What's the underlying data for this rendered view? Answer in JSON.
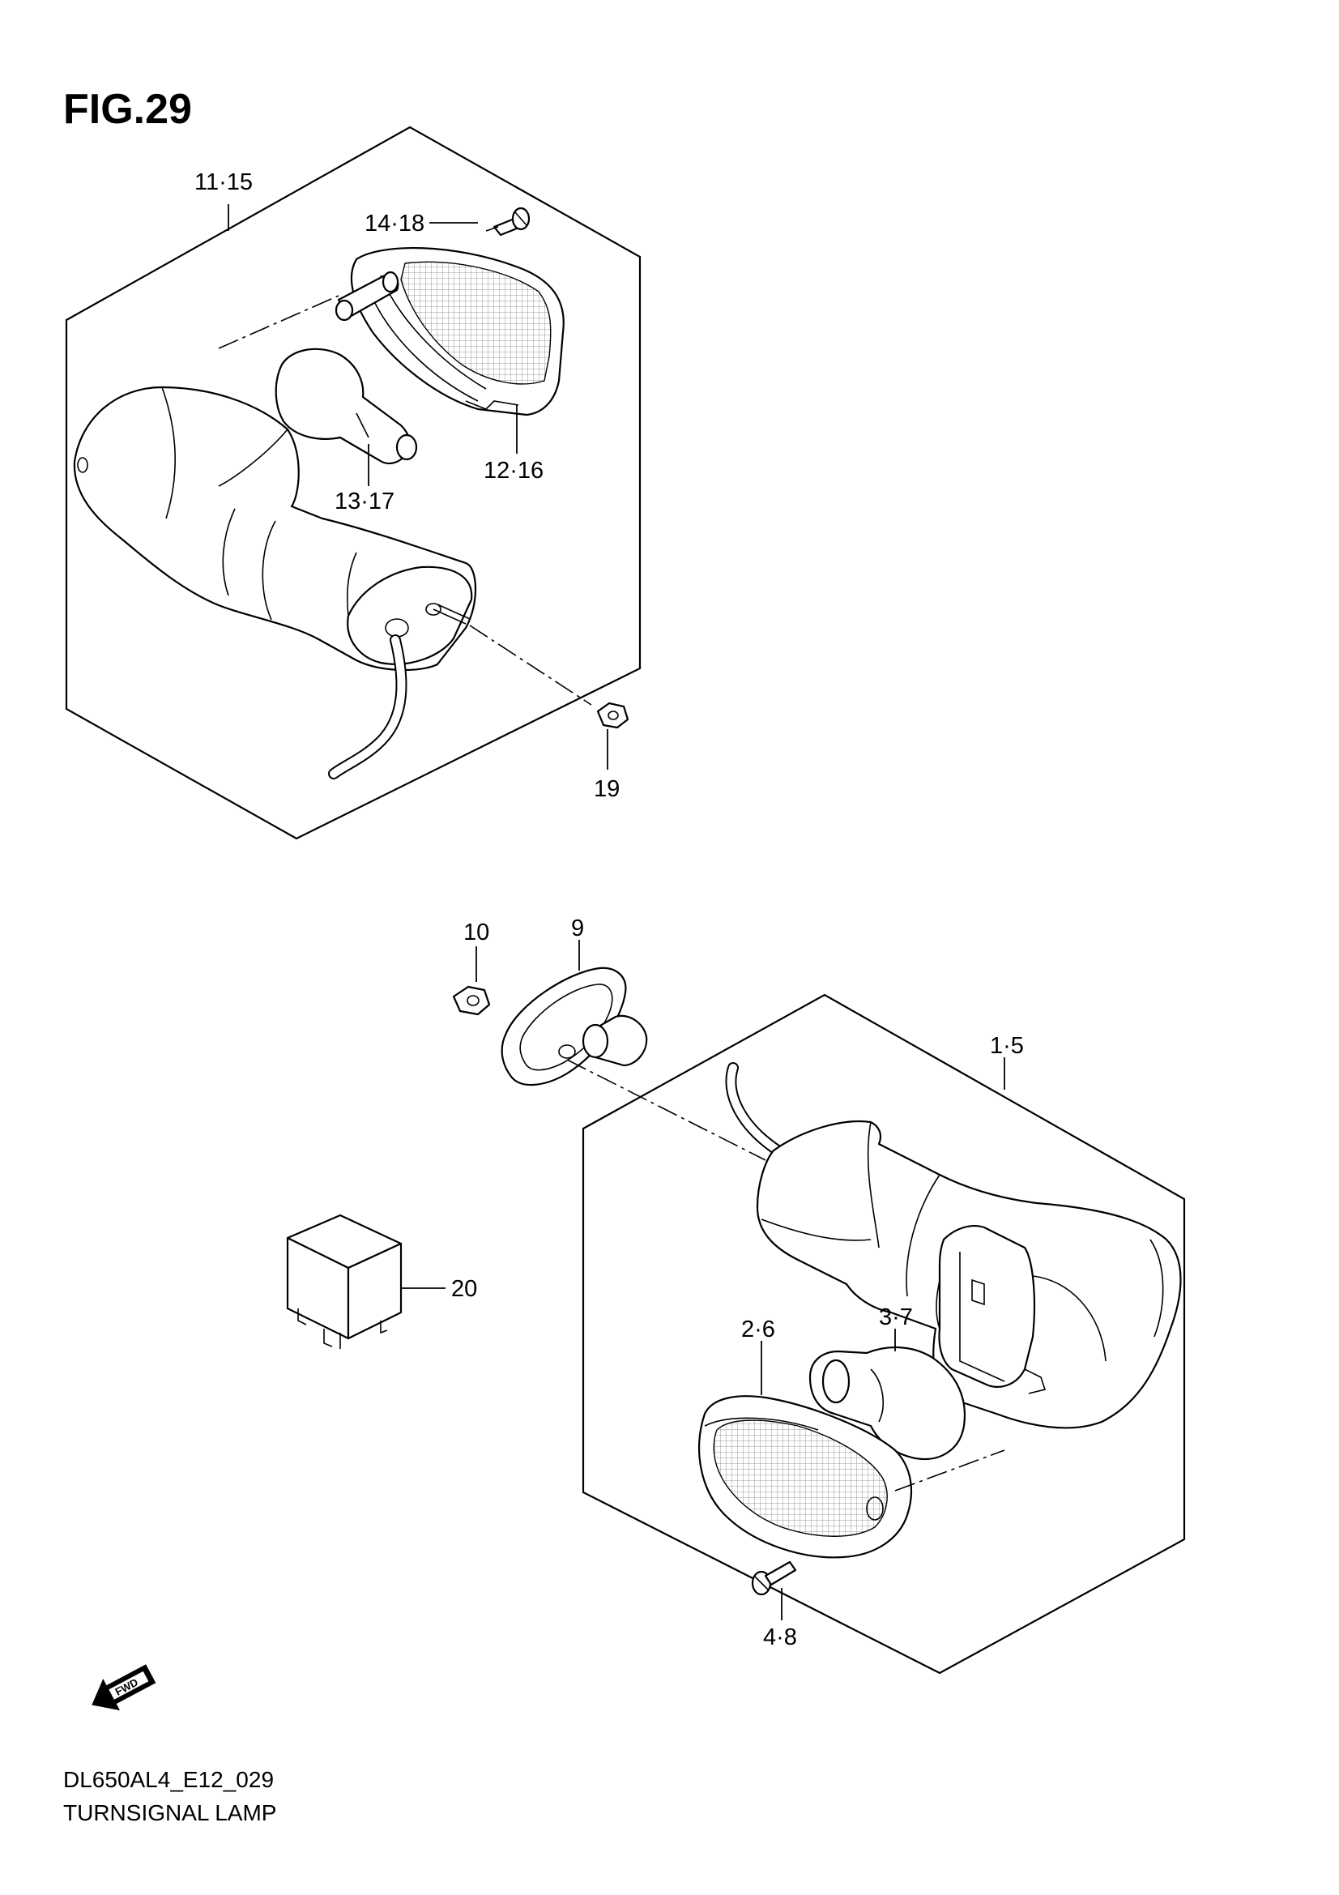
{
  "figure": {
    "title": "FIG.29",
    "model_code": "DL650AL4_E12_029",
    "caption": "TURNSIGNAL LAMP"
  },
  "callouts": {
    "upper_assembly": "11·15",
    "upper_screw": "14·18",
    "upper_lens": "12·16",
    "upper_bulb": "13·17",
    "upper_nut": "19",
    "nut_lower": "10",
    "gasket": "9",
    "lower_assembly": "1·5",
    "relay": "20",
    "lower_lens": "2·6",
    "lower_bulb": "3·7",
    "lower_screw": "4·8"
  },
  "direction_badge": "FWD",
  "icons": {
    "direction_arrow": "fwd-arrow-icon"
  }
}
